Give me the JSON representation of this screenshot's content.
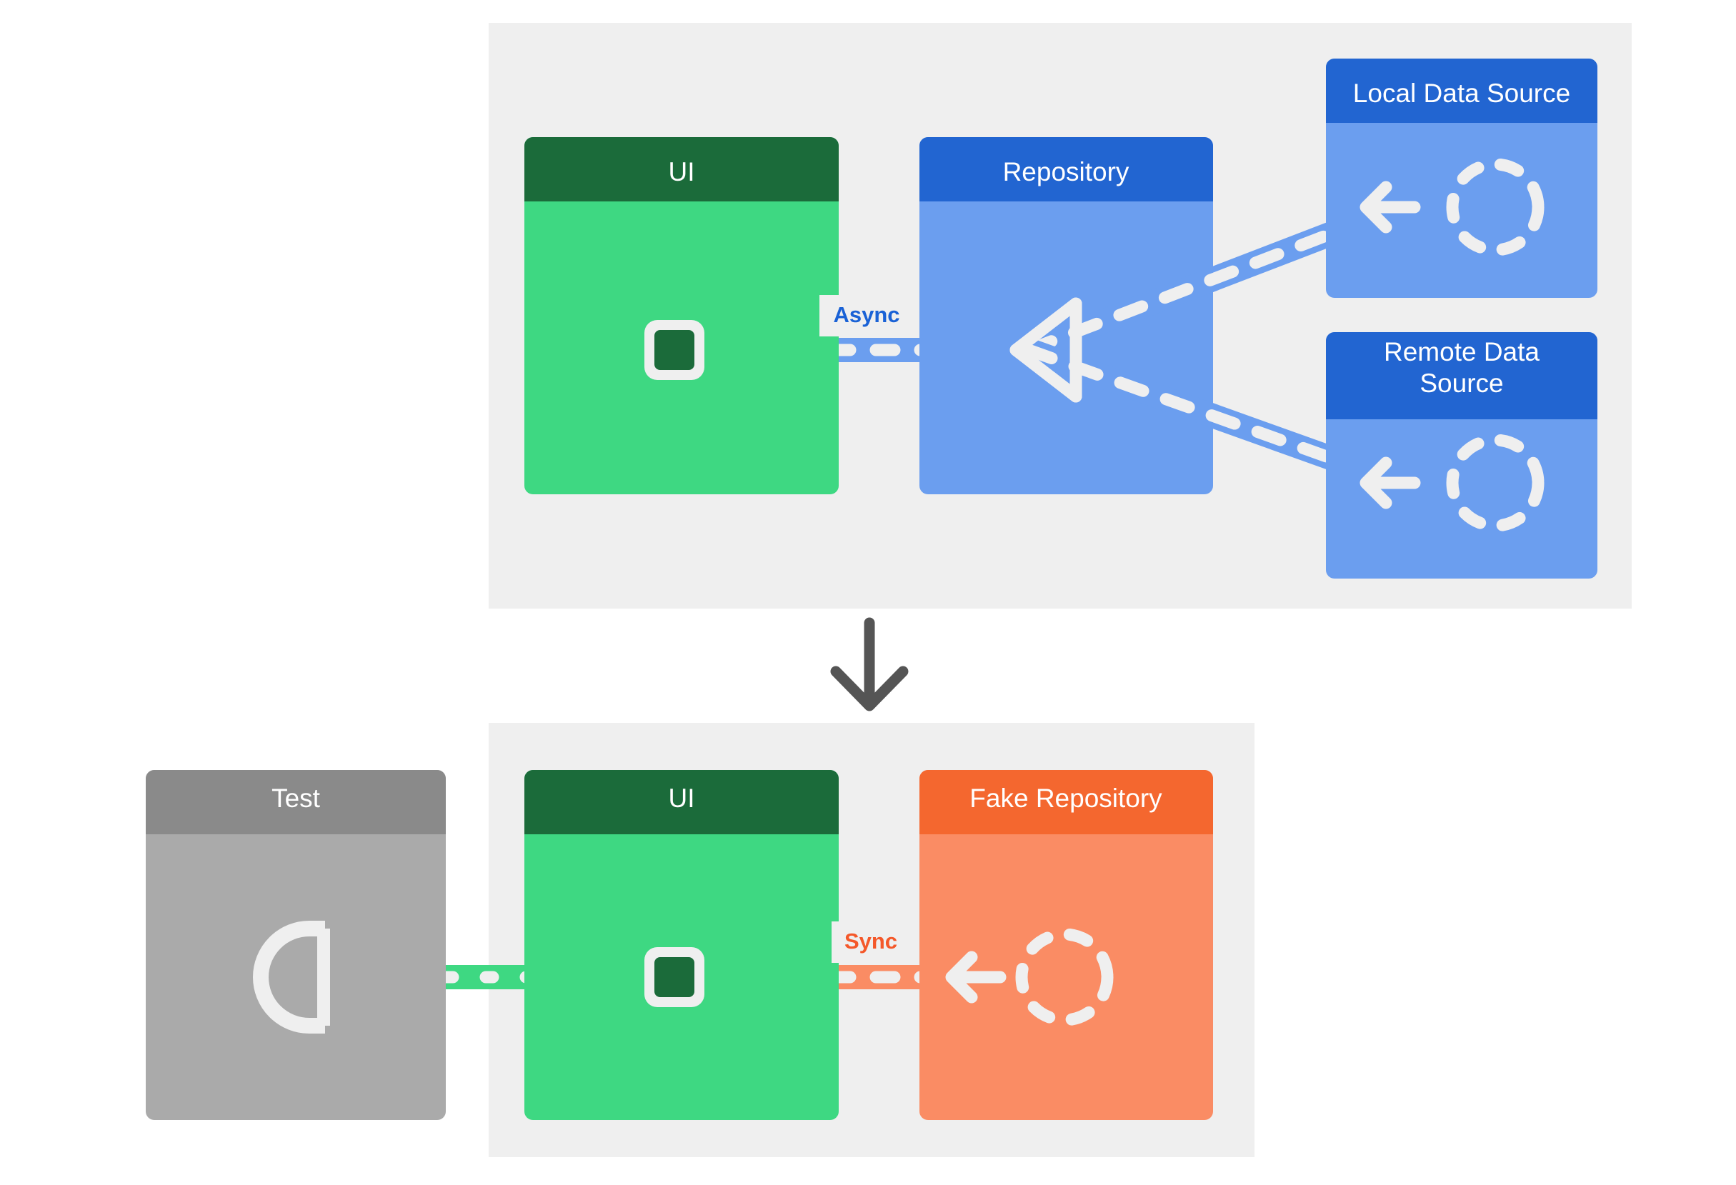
{
  "meta": {
    "title": "Async Repository vs Sync Fake Repository architecture diagram",
    "background": "#ffffff"
  },
  "palette": {
    "panel_bg": "#efefef",
    "green_header": "#1b6b3a",
    "green_body": "#3ed882",
    "blue_header": "#2265d1",
    "blue_body": "#6b9eef",
    "orange_header": "#f4672f",
    "orange_body": "#fa8c64",
    "gray_header": "#8a8a8a",
    "gray_body": "#aaaaaa",
    "arrow_gray": "#555555",
    "dash_white": "#efefef",
    "async_label": "#1a62d6",
    "sync_label": "#f4582a"
  },
  "top_panel": {
    "name": "production-architecture-panel",
    "boxes": [
      {
        "id": "ui",
        "label": "UI",
        "header_color": "#1b6b3a",
        "body_color": "#3ed882",
        "icon": "provided-interface-square-icon"
      },
      {
        "id": "repository",
        "label": "Repository",
        "header_color": "#2265d1",
        "body_color": "#6b9eef",
        "icon": "required-interface-triangle-icon"
      },
      {
        "id": "local-data-source",
        "label": "Local Data Source",
        "header_color": "#2265d1",
        "body_color": "#6b9eef",
        "icon": "dashed-circle-icon"
      },
      {
        "id": "remote-data-source",
        "label": "Remote Data Source",
        "header_color": "#2265d1",
        "body_color": "#6b9eef",
        "icon": "dashed-circle-icon"
      }
    ],
    "connections": [
      {
        "id": "ui-to-repository",
        "label": "Async",
        "label_color": "#1a62d6",
        "band_color": "#6b9eef",
        "from": "ui",
        "to": "repository"
      },
      {
        "id": "repository-to-local",
        "label": "",
        "band_color": "#6b9eef",
        "from": "repository",
        "to": "local-data-source"
      },
      {
        "id": "repository-to-remote",
        "label": "",
        "band_color": "#6b9eef",
        "from": "repository",
        "to": "remote-data-source"
      }
    ]
  },
  "transition": {
    "name": "downward-arrow",
    "icon": "arrow-down-icon",
    "color": "#555555"
  },
  "bottom_panel": {
    "name": "test-architecture-panel",
    "boxes": [
      {
        "id": "test",
        "label": "Test",
        "header_color": "#8a8a8a",
        "body_color": "#aaaaaa",
        "icon": "socket-interface-icon"
      },
      {
        "id": "ui-test",
        "label": "UI",
        "header_color": "#1b6b3a",
        "body_color": "#3ed882",
        "icon": "provided-interface-square-icon"
      },
      {
        "id": "fake-repository",
        "label": "Fake Repository",
        "header_color": "#f4672f",
        "body_color": "#fa8c64",
        "icon": "dashed-circle-icon"
      }
    ],
    "connections": [
      {
        "id": "test-to-ui",
        "label": "",
        "band_color": "#3ed882",
        "from": "test",
        "to": "ui-test"
      },
      {
        "id": "ui-to-fake-repository",
        "label": "Sync",
        "label_color": "#f4582a",
        "band_color": "#fa8c64",
        "from": "ui-test",
        "to": "fake-repository"
      }
    ]
  }
}
